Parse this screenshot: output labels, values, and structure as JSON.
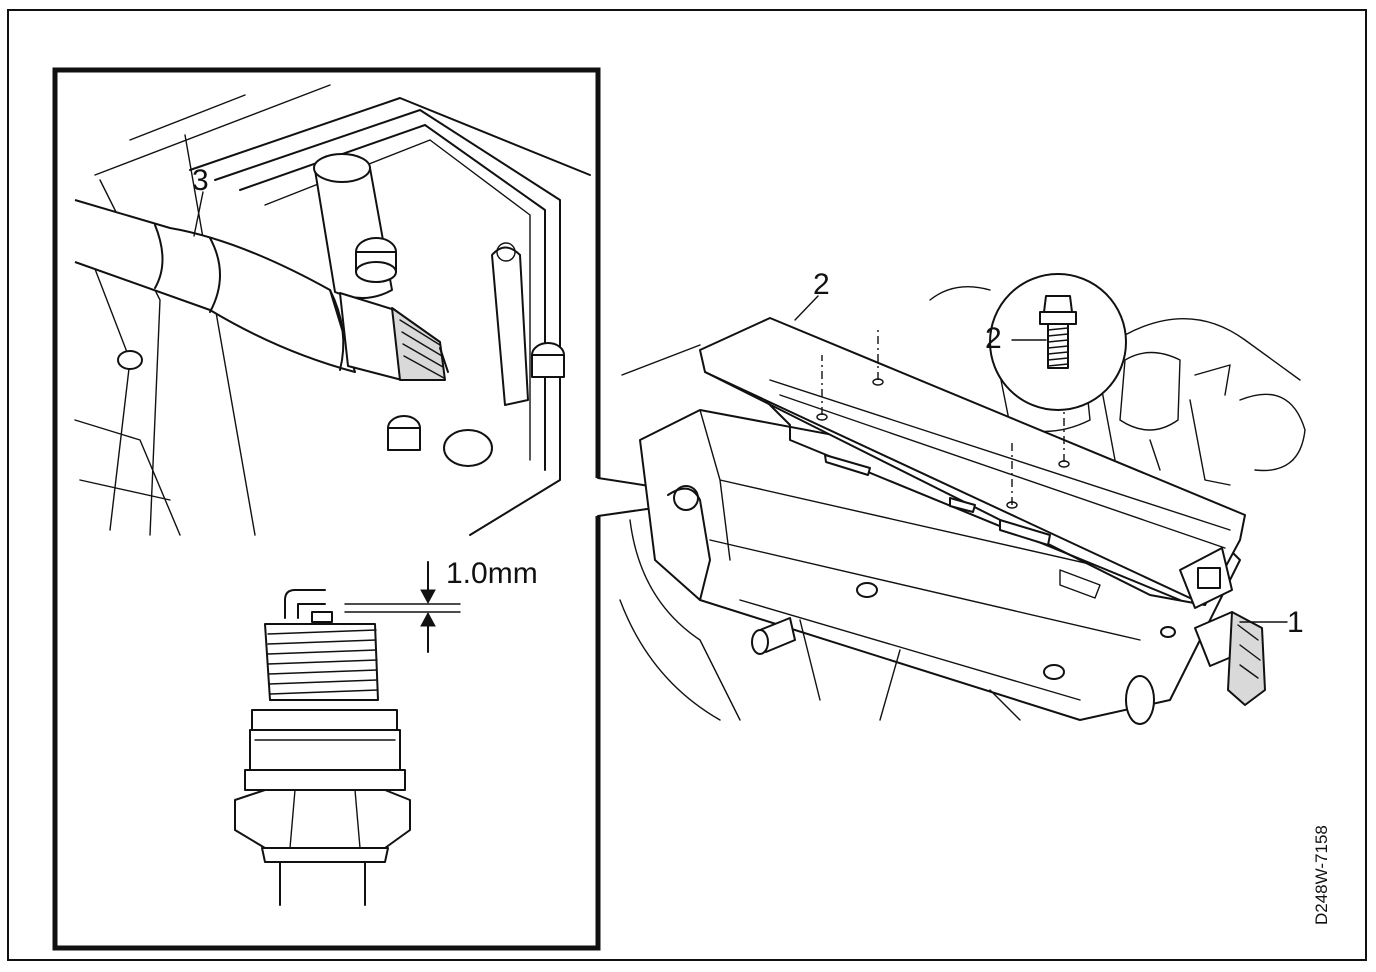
{
  "callouts": {
    "ignition_coil_connector": "1",
    "ignition_coil_cover": "2",
    "cover_bolt": "2",
    "ignition_coil_plug": "3"
  },
  "spark_plug_gap": "1.0mm",
  "figure_code": "D248W-7158"
}
